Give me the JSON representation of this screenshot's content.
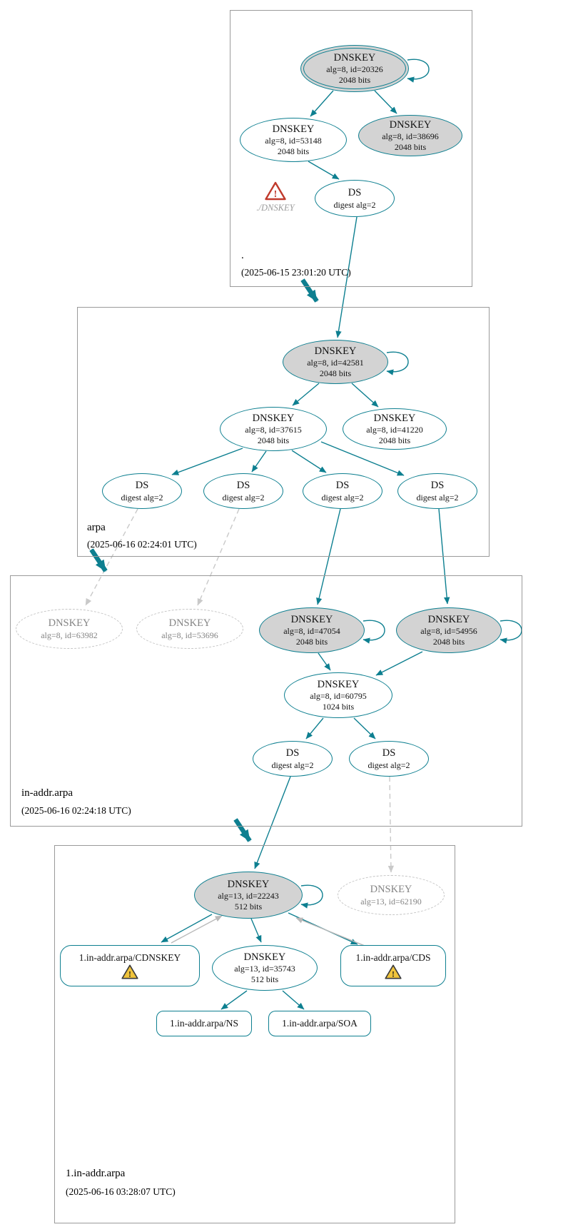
{
  "colors": {
    "accent_teal": "#0d7f90",
    "key_fill_gray": "#d3d3d3",
    "dashed_gray": "#c3c3c3",
    "warning_yellow": "#f0c43c",
    "error_red": "#c0392b"
  },
  "icons": {
    "error": "error-triangle-icon",
    "warning": "warning-triangle-icon"
  },
  "zones": [
    {
      "label": ".",
      "timestamp": "(2025-06-15 23:01:20 UTC)",
      "nodes": {
        "ksk": {
          "title": "DNSKEY",
          "detail": "alg=8, id=20326",
          "bits": "2048 bits"
        },
        "zsk": {
          "title": "DNSKEY",
          "detail": "alg=8, id=53148",
          "bits": "2048 bits"
        },
        "key38696": {
          "title": "DNSKEY",
          "detail": "alg=8, id=38696",
          "bits": "2048 bits"
        },
        "ds": {
          "title": "DS",
          "detail": "digest alg=2"
        },
        "error_label": "./DNSKEY"
      }
    },
    {
      "label": "arpa",
      "timestamp": "(2025-06-16 02:24:01 UTC)",
      "nodes": {
        "ksk": {
          "title": "DNSKEY",
          "detail": "alg=8, id=42581",
          "bits": "2048 bits"
        },
        "zsk": {
          "title": "DNSKEY",
          "detail": "alg=8, id=37615",
          "bits": "2048 bits"
        },
        "key41220": {
          "title": "DNSKEY",
          "detail": "alg=8, id=41220",
          "bits": "2048 bits"
        },
        "ds1": {
          "title": "DS",
          "detail": "digest alg=2"
        },
        "ds2": {
          "title": "DS",
          "detail": "digest alg=2"
        },
        "ds3": {
          "title": "DS",
          "detail": "digest alg=2"
        },
        "ds4": {
          "title": "DS",
          "detail": "digest alg=2"
        }
      }
    },
    {
      "label": "in-addr.arpa",
      "timestamp": "(2025-06-16 02:24:18 UTC)",
      "nodes": {
        "missing1": {
          "title": "DNSKEY",
          "detail": "alg=8, id=63982"
        },
        "missing2": {
          "title": "DNSKEY",
          "detail": "alg=8, id=53696"
        },
        "ksk1": {
          "title": "DNSKEY",
          "detail": "alg=8, id=47054",
          "bits": "2048 bits"
        },
        "ksk2": {
          "title": "DNSKEY",
          "detail": "alg=8, id=54956",
          "bits": "2048 bits"
        },
        "zsk": {
          "title": "DNSKEY",
          "detail": "alg=8, id=60795",
          "bits": "1024 bits"
        },
        "ds1": {
          "title": "DS",
          "detail": "digest alg=2"
        },
        "ds2": {
          "title": "DS",
          "detail": "digest alg=2"
        }
      }
    },
    {
      "label": "1.in-addr.arpa",
      "timestamp": "(2025-06-16 03:28:07 UTC)",
      "nodes": {
        "ksk": {
          "title": "DNSKEY",
          "detail": "alg=13, id=22243",
          "bits": "512 bits"
        },
        "missing": {
          "title": "DNSKEY",
          "detail": "alg=13, id=62190"
        },
        "cdnskey": {
          "label": "1.in-addr.arpa/CDNSKEY"
        },
        "zsk": {
          "title": "DNSKEY",
          "detail": "alg=13, id=35743",
          "bits": "512 bits"
        },
        "cds": {
          "label": "1.in-addr.arpa/CDS"
        },
        "ns": {
          "label": "1.in-addr.arpa/NS"
        },
        "soa": {
          "label": "1.in-addr.arpa/SOA"
        }
      }
    }
  ]
}
